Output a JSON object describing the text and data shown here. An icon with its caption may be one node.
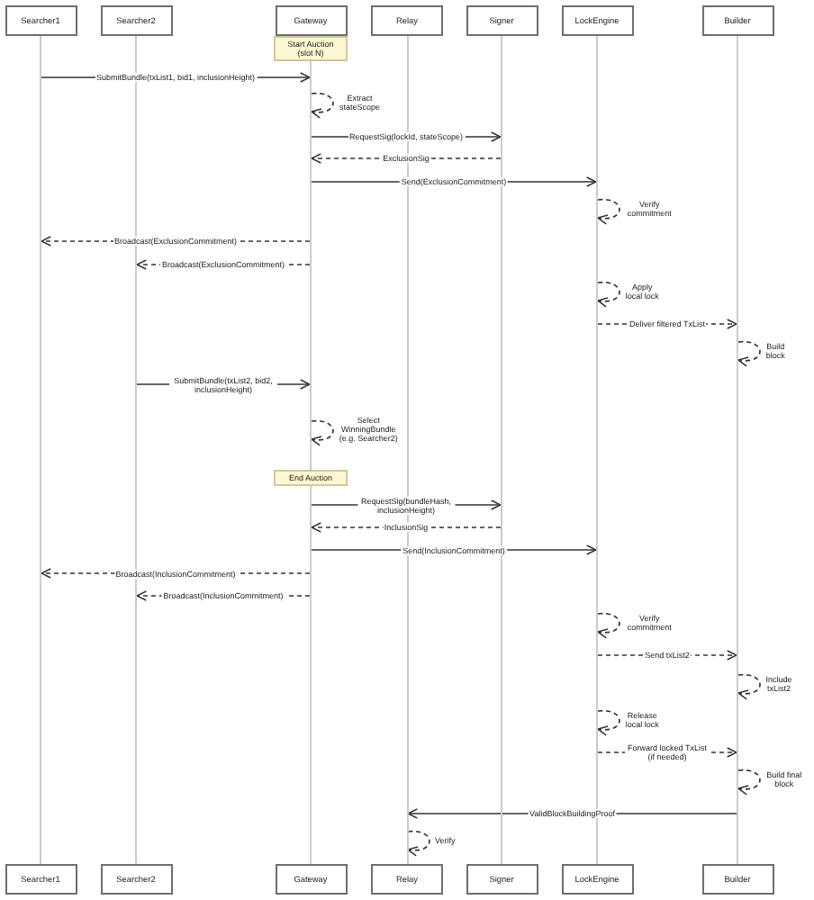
{
  "diagram": {
    "nodes": [
      {
        "text": [
          "Searcher1"
        ]
      },
      {
        "text": [
          "Searcher2"
        ]
      },
      {
        "text": [
          "Gateway"
        ]
      },
      {
        "text": [
          "Relay"
        ]
      },
      {
        "text": [
          "Signer"
        ]
      },
      {
        "text": [
          "LockEngine"
        ]
      },
      {
        "text": [
          "Builder"
        ]
      },
      {
        "text": [],
        "shape": "line"
      },
      {
        "text": [],
        "shape": "line"
      },
      {
        "text": [],
        "shape": "line"
      },
      {
        "text": [],
        "shape": "line"
      },
      {
        "text": [],
        "shape": "line"
      },
      {
        "text": [],
        "shape": "line"
      },
      {
        "text": [],
        "shape": "line"
      },
      {
        "text": [
          "Start Auction (slot N)"
        ]
      },
      {
        "text": [
          "End Auction"
        ]
      },
      {
        "text": [],
        "shape": "line"
      },
      {
        "text": [
          "Searcher1"
        ]
      },
      {
        "text": [
          "Searcher2"
        ]
      },
      {
        "text": [
          "Gateway"
        ]
      },
      {
        "text": [
          "Relay"
        ]
      },
      {
        "text": [
          "Signer"
        ]
      },
      {
        "text": [
          "LockEngine"
        ]
      },
      {
        "text": [
          "Builder"
        ]
      }
    ],
    "edges": [
      {
        "from": 7,
        "to": 9,
        "arrow": "to",
        "label": "SubmitBundle(txList1, bid1, inclusionHeight)"
      },
      {
        "from": 9,
        "to": 9,
        "arrow": "to",
        "label": "Extract stateScope",
        "style": "dashed"
      },
      {
        "from": 9,
        "to": 11,
        "arrow": "to",
        "label": "RequestSig(lockId, stateScope)"
      },
      {
        "from": 11,
        "to": 9,
        "arrow": "to",
        "label": "ExclusionSig",
        "style": "dashed"
      },
      {
        "from": 9,
        "to": 12,
        "arrow": "to",
        "label": "Send(ExclusionCommitment)"
      },
      {
        "from": 12,
        "to": 12,
        "arrow": "to",
        "label": "Verify commitment",
        "style": "dashed"
      },
      {
        "from": 9,
        "to": 7,
        "arrow": "to",
        "label": "Broadcast(ExclusionCommitment)",
        "style": "dashed"
      },
      {
        "from": 9,
        "to": 8,
        "arrow": "to",
        "label": "Broadcast(ExclusionCommitment)",
        "style": "dashed"
      },
      {
        "from": 12,
        "to": 12,
        "arrow": "to",
        "label": "Apply local lock",
        "style": "dashed"
      },
      {
        "from": 12,
        "to": 13,
        "arrow": "to",
        "label": "Deliver filtered TxList",
        "style": "dashed"
      },
      {
        "from": 13,
        "to": 13,
        "arrow": "to",
        "label": "Build block",
        "style": "dashed"
      },
      {
        "from": 8,
        "to": 9,
        "arrow": "to",
        "label": "SubmitBundle(txList2, bid2, inclusionHeight)"
      },
      {
        "from": 9,
        "to": 9,
        "arrow": "to",
        "label": "Select WinningBundle (e.g. Searcher2)",
        "style": "dashed"
      },
      {
        "from": 16,
        "to": 11,
        "arrow": "to",
        "label": "RequestSig(bundleHash, inclusionHeight)"
      },
      {
        "from": 11,
        "to": 16,
        "arrow": "to",
        "label": "InclusionSig",
        "style": "dashed"
      },
      {
        "from": 16,
        "to": 12,
        "arrow": "to",
        "label": "Send(InclusionCommitment)"
      },
      {
        "from": 16,
        "to": 7,
        "arrow": "to",
        "label": "Broadcast(InclusionCommitment)",
        "style": "dashed"
      },
      {
        "from": 16,
        "to": 8,
        "arrow": "to",
        "label": "Broadcast(InclusionCommitment)",
        "style": "dashed"
      },
      {
        "from": 12,
        "to": 12,
        "arrow": "to",
        "label": "Verify commitment",
        "style": "dashed"
      },
      {
        "from": 12,
        "to": 13,
        "arrow": "to",
        "label": "Send txList2",
        "style": "dashed"
      },
      {
        "from": 13,
        "to": 13,
        "arrow": "to",
        "label": "Include txList2",
        "style": "dashed"
      },
      {
        "from": 12,
        "to": 12,
        "arrow": "to",
        "label": "Release local lock",
        "style": "dashed"
      },
      {
        "from": 12,
        "to": 13,
        "arrow": "to",
        "label": "Forward locked TxList (if needed)",
        "style": "dashed"
      },
      {
        "from": 13,
        "to": 13,
        "arrow": "to",
        "label": "Build final block",
        "style": "dashed"
      },
      {
        "from": 13,
        "to": 10,
        "arrow": "to",
        "label": "ValidBlockBuildingProof"
      },
      {
        "from": 10,
        "to": 10,
        "arrow": "to",
        "label": "Verify",
        "style": "dashed"
      }
    ]
  }
}
